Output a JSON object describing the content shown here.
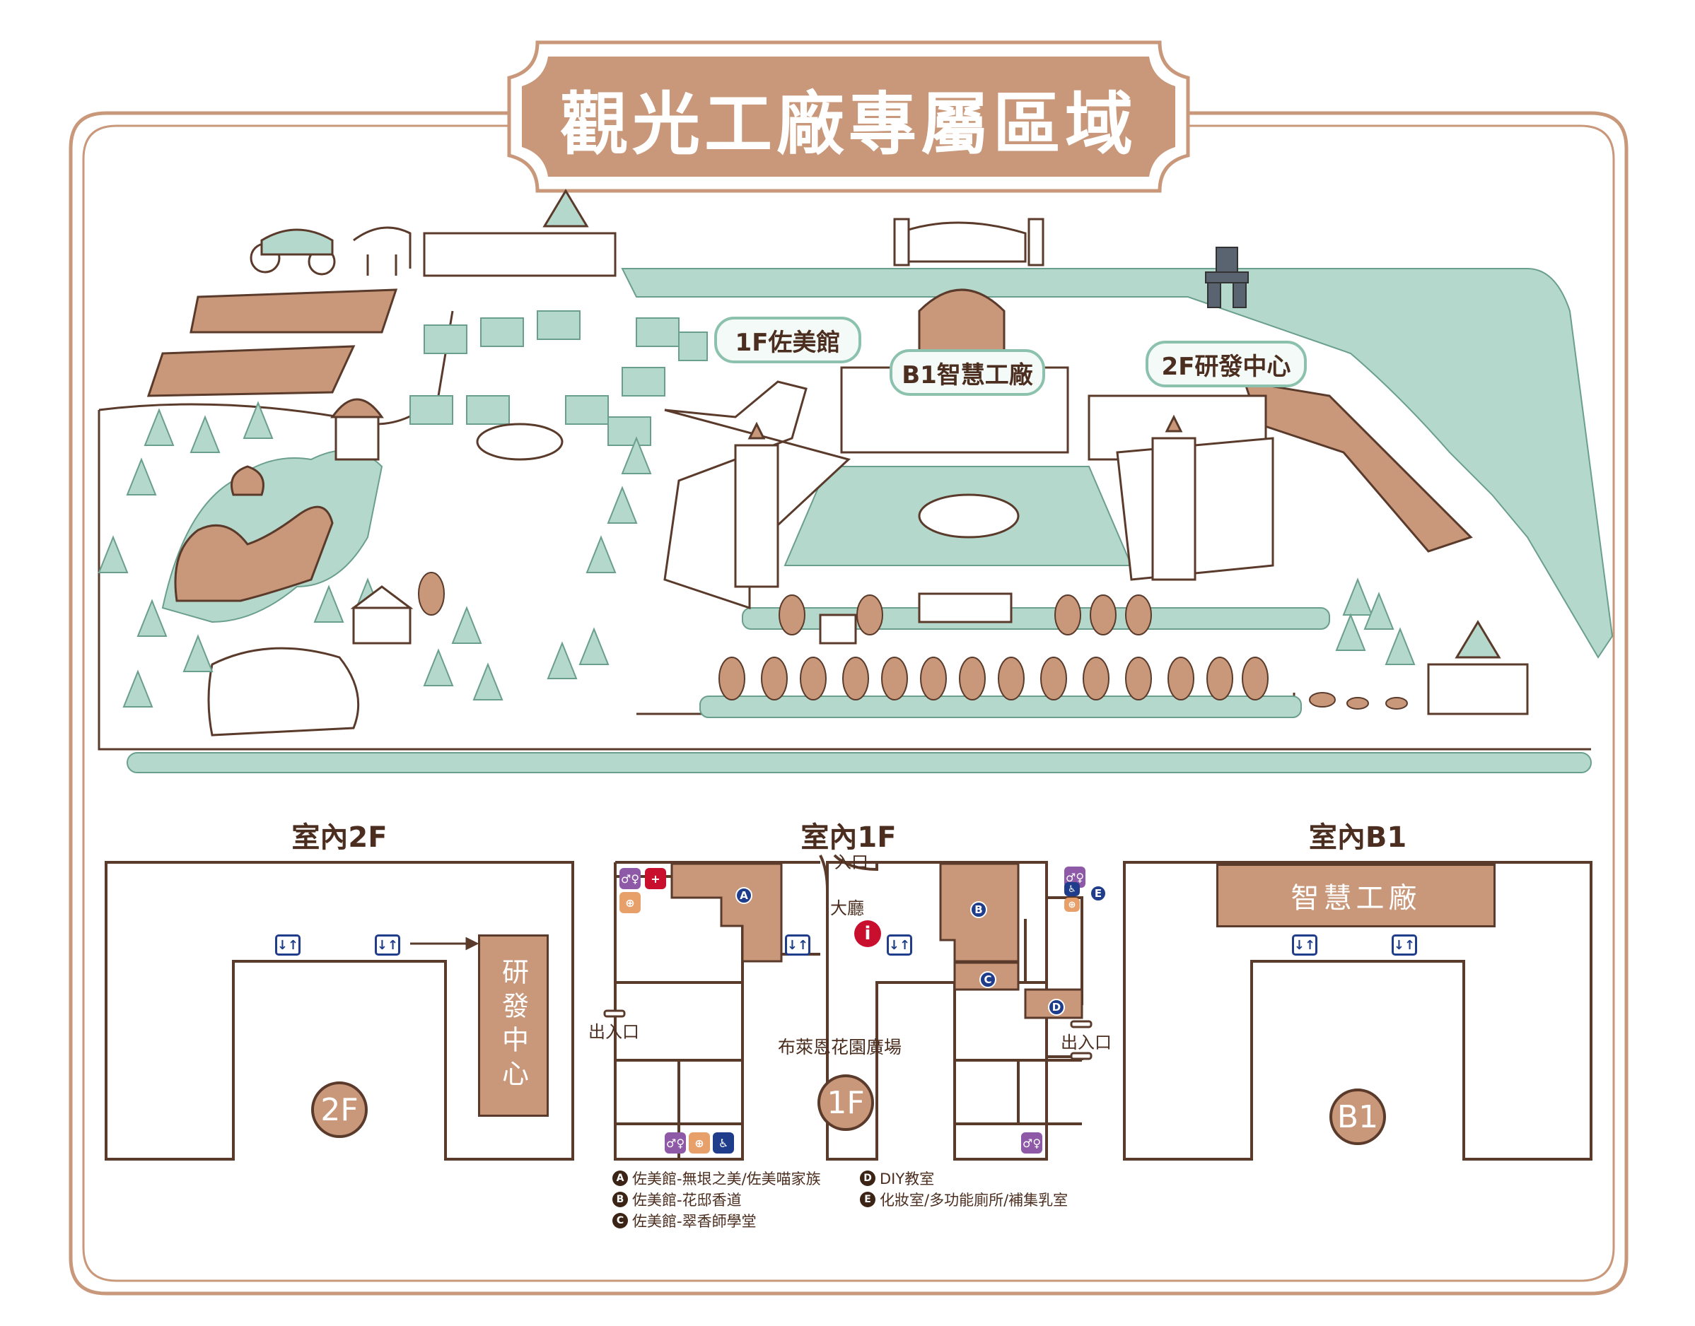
{
  "title": "觀光工廠專屬區域",
  "colors": {
    "brown": "#c9987a",
    "dark": "#5a3a2a",
    "mint": "#b5d8cc",
    "mint_stroke": "#8cc2ad",
    "navy": "#1f3d8a",
    "red": "#c8102e",
    "purple": "#8e5aa8",
    "orange": "#e8a06a"
  },
  "callouts": {
    "c1": "1F佐美館",
    "c2": "B1智慧工廠",
    "c3": "2F研發中心"
  },
  "floors": {
    "f2": {
      "title": "室內2F",
      "room": "研發中心",
      "badge": "2F"
    },
    "f1": {
      "title": "室內1F",
      "entrance": "入口",
      "hall": "大廳",
      "exit_left": "出入口",
      "exit_right": "出入口",
      "plaza": "布萊恩花園廣場",
      "badge": "1F"
    },
    "b1": {
      "title": "室內B1",
      "room": "智慧工廠",
      "badge": "B1"
    }
  },
  "markers": {
    "a": "A",
    "b": "B",
    "c": "C",
    "d": "D",
    "e": "E"
  },
  "icons": {
    "lift": "elevator-icon",
    "info": "info-icon",
    "restroom": "restroom-icon",
    "firstaid": "first-aid-icon",
    "nursing": "nursing-room-icon",
    "accessible": "accessible-icon"
  },
  "legend": [
    {
      "key": "A",
      "text": "佐美館-無垠之美/佐美喵家族"
    },
    {
      "key": "B",
      "text": "佐美館-花邸香道"
    },
    {
      "key": "C",
      "text": "佐美館-翠香師學堂"
    },
    {
      "key": "D",
      "text": "DIY教室"
    },
    {
      "key": "E",
      "text": "化妝室/多功能廁所/補集乳室"
    }
  ]
}
